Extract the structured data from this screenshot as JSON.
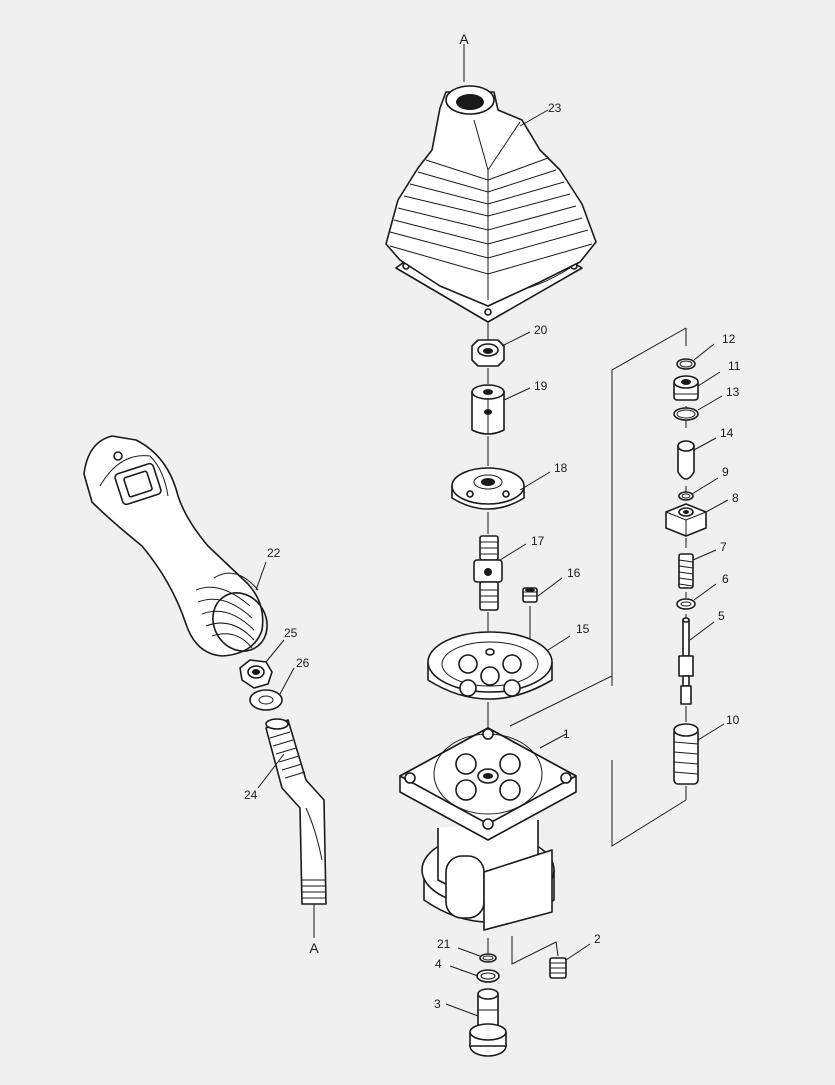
{
  "diagram": {
    "colors": {
      "background": "#f0f0f0",
      "ink": "#1a1a1a",
      "fill": "#ffffff"
    },
    "connectors": {
      "top": "A",
      "bottom": "A"
    },
    "callouts": [
      "1",
      "2",
      "3",
      "4",
      "5",
      "6",
      "7",
      "8",
      "9",
      "10",
      "11",
      "12",
      "13",
      "14",
      "15",
      "16",
      "17",
      "18",
      "19",
      "20",
      "21",
      "22",
      "23",
      "24",
      "25",
      "26"
    ]
  }
}
